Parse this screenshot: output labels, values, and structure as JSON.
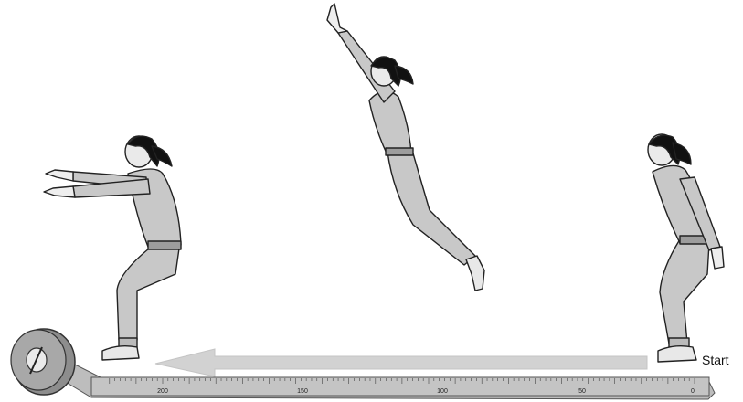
{
  "labels": {
    "start": "Start"
  },
  "tape": {
    "tick_labels": [
      "200",
      "150",
      "100",
      "50",
      "0"
    ]
  },
  "colors": {
    "body_fill": "#c8c8c8",
    "outline": "#222222",
    "hair": "#111111",
    "arrow": "#cfcfcf",
    "tape": "#b8b8b8",
    "reel": "#9a9a9a"
  },
  "figures": [
    {
      "pose": "landing-squat-arms-forward"
    },
    {
      "pose": "mid-air-arms-up"
    },
    {
      "pose": "takeoff-crouch"
    }
  ]
}
